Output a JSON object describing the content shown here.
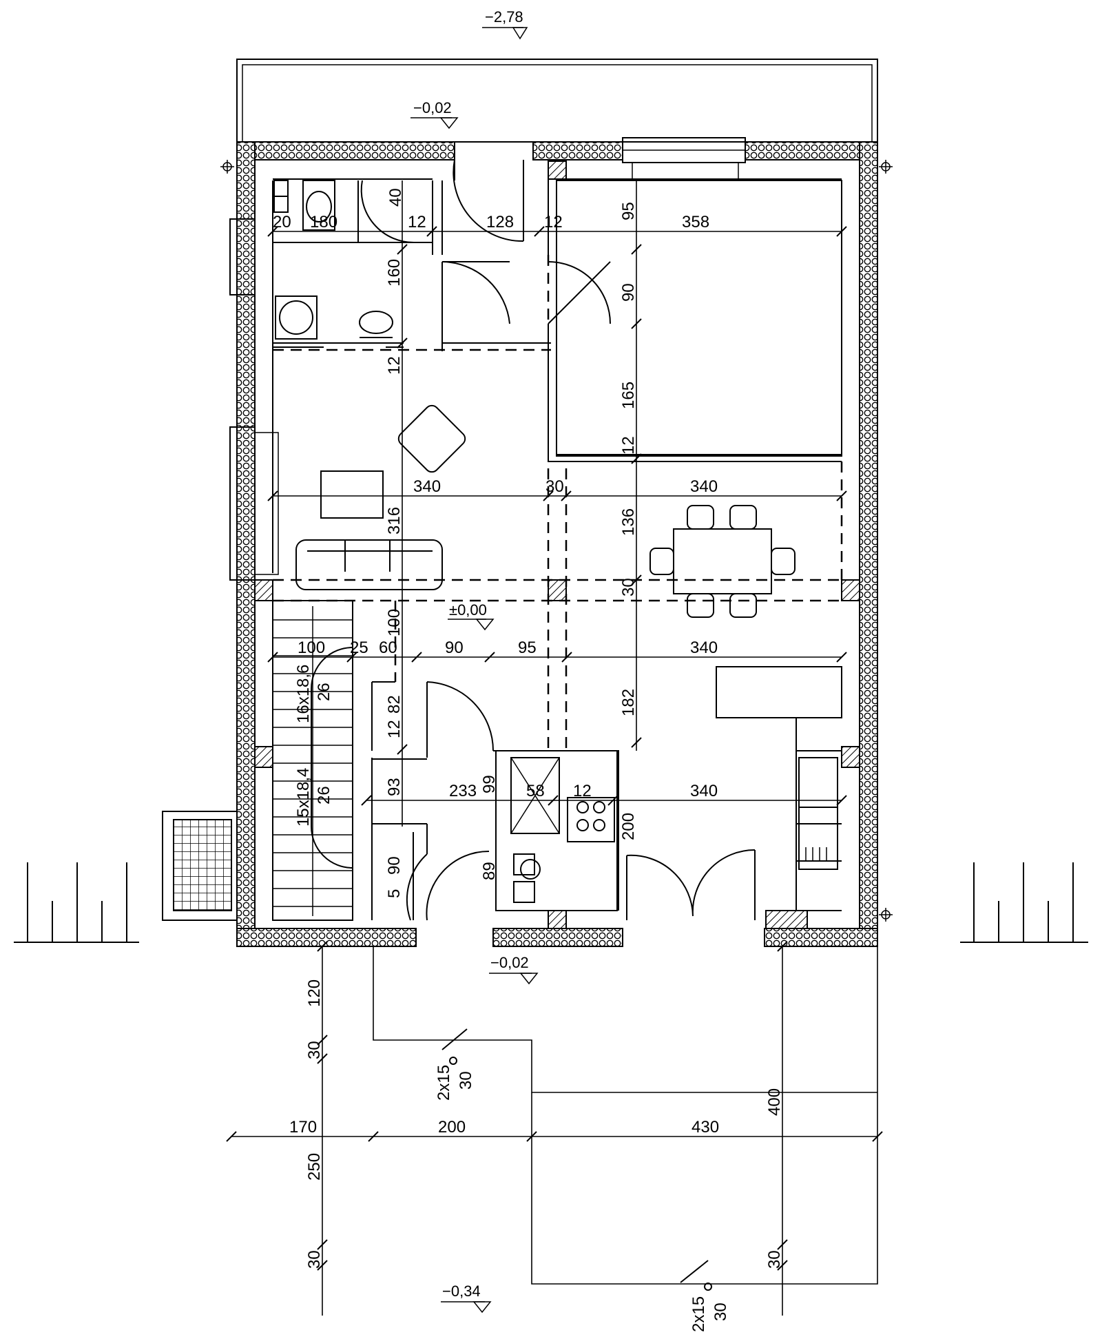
{
  "levels": {
    "top": "−2,78",
    "entry_top": "−0,02",
    "ground": "±0,00",
    "entry_bottom": "−0,02",
    "terrace": "−0,34"
  },
  "dimensions": {
    "wc_20": "20",
    "wc_180": "180",
    "wc_40": "40",
    "wc_12a": "12",
    "hall_128": "128",
    "hall_12b": "12",
    "bath_160": "160",
    "bath_12c": "12",
    "bed_95": "95",
    "bed_358": "358",
    "bed_90": "90",
    "bed_165": "165",
    "bed_12d": "12",
    "liv_340": "340",
    "liv_30": "30",
    "din_340": "340",
    "din_136": "136",
    "din_30": "30",
    "liv_316": "316",
    "stair_100": "100",
    "stair_25": "25",
    "stair_60": "60",
    "stair_90": "90",
    "stair_95": "95",
    "kit_340": "340",
    "stair_100v": "100",
    "stair_16": "16x18,6",
    "stair_26a": "26",
    "stair_82": "82",
    "stair_12e": "12",
    "kit_182": "182",
    "stair_15": "15x18,4",
    "stair_26b": "26",
    "ent_93": "93",
    "ent_233": "233",
    "ent_99": "99",
    "ent_58": "58",
    "ent_12f": "12",
    "kit_340b": "340",
    "kit_200": "200",
    "ent_90": "90",
    "ent_5": "5",
    "ent_89": "89",
    "out_120": "120",
    "out_30a": "30",
    "step_2x15a": "2x15",
    "step_30a": "30",
    "out_400": "400",
    "out_170": "170",
    "out_200": "200",
    "out_430": "430",
    "out_250": "250",
    "out_30b": "30",
    "out_30c": "30",
    "step_2x15b": "2x15",
    "step_30b": "30"
  }
}
